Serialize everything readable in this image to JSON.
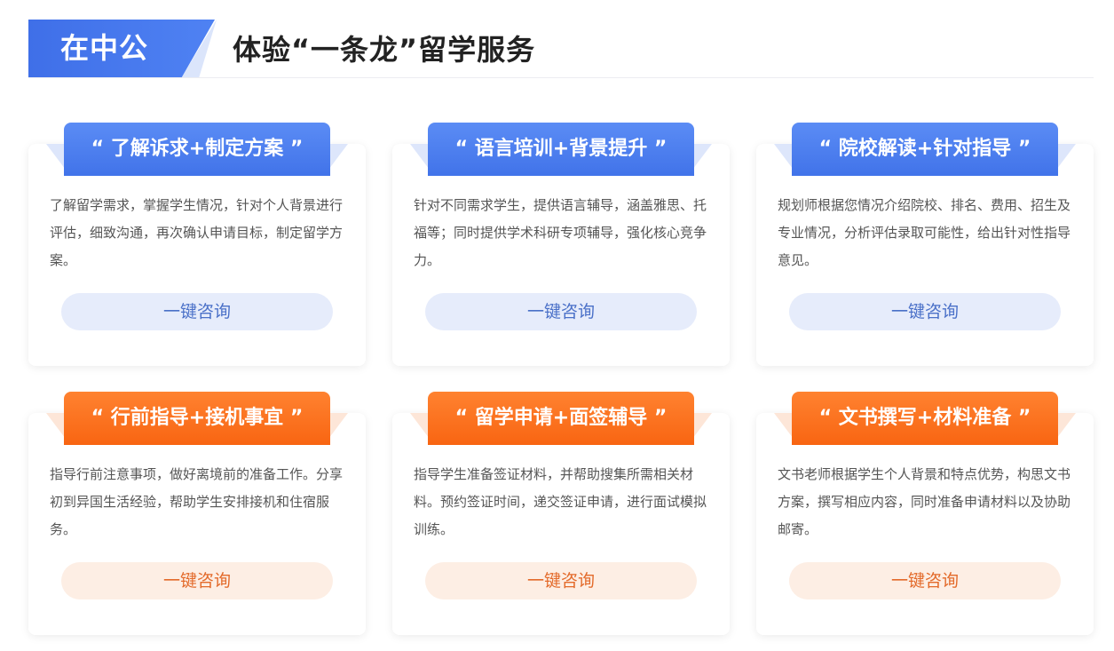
{
  "header": {
    "brand": "在中公",
    "title": "体验“一条龙”留学服务"
  },
  "colors": {
    "blue_accent": "#4173e9",
    "orange_accent": "#f86512",
    "blue_button_bg": "#e6ecfb",
    "orange_button_bg": "#fdeee4"
  },
  "cards": [
    {
      "title": "“ 了解诉求+制定方案 ”",
      "desc": "了解留学需求，掌握学生情况，针对个人背景进行评估，细致沟通，再次确认申请目标，制定留学方案。",
      "button": "一键咨询",
      "theme": "blue"
    },
    {
      "title": "“ 语言培训+背景提升 ”",
      "desc": "针对不同需求学生，提供语言辅导，涵盖雅思、托福等；同时提供学术科研专项辅导，强化核心竞争力。",
      "button": "一键咨询",
      "theme": "blue"
    },
    {
      "title": "“ 院校解读+针对指导 ”",
      "desc": "规划师根据您情况介绍院校、排名、费用、招生及专业情况，分析评估录取可能性，给出针对性指导意见。",
      "button": "一键咨询",
      "theme": "blue"
    },
    {
      "title": "“ 行前指导+接机事宜 ”",
      "desc": "指导行前注意事项，做好离境前的准备工作。分享初到异国生活经验，帮助学生安排接机和住宿服务。",
      "button": "一键咨询",
      "theme": "orange"
    },
    {
      "title": "“ 留学申请+面签辅导 ”",
      "desc": "指导学生准备签证材料，并帮助搜集所需相关材料。预约签证时间，递交签证申请，进行面试模拟训练。",
      "button": "一键咨询",
      "theme": "orange"
    },
    {
      "title": "“ 文书撰写+材料准备 ”",
      "desc": "文书老师根据学生个人背景和特点优势，构思文书方案，撰写相应内容，同时准备申请材料以及协助邮寄。",
      "button": "一键咨询",
      "theme": "orange"
    }
  ]
}
